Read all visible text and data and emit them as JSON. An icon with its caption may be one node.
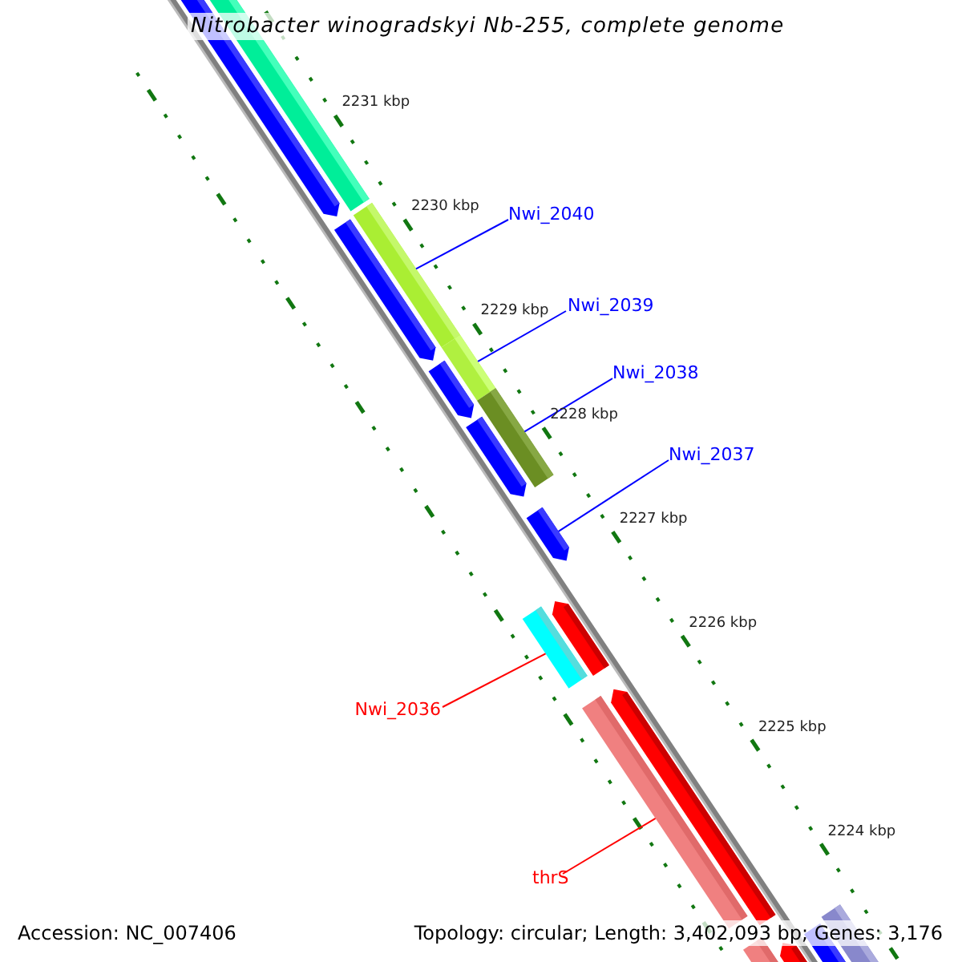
{
  "diagram": {
    "title": "Nitrobacter winogradskyi Nb-255, complete genome",
    "nodes": [
      {
        "text": [
          "Nwi_2040"
        ]
      },
      {
        "text": [],
        "shape": "bar"
      },
      {
        "text": [
          "Nwi_2039"
        ]
      },
      {
        "text": [],
        "shape": "bar"
      },
      {
        "text": [
          "Nwi_2038"
        ]
      },
      {
        "text": [],
        "shape": "bar"
      },
      {
        "text": [
          "Nwi_2037"
        ]
      },
      {
        "text": [],
        "shape": "bar"
      },
      {
        "text": [
          "Nwi_2036"
        ]
      },
      {
        "text": [],
        "shape": "bar"
      },
      {
        "text": [
          "thrS"
        ]
      },
      {
        "text": [],
        "shape": "bar"
      }
    ],
    "edges": [
      {
        "from": 0,
        "to": 1,
        "arrow": "none"
      },
      {
        "from": 2,
        "to": 3,
        "arrow": "none"
      },
      {
        "from": 4,
        "to": 5,
        "arrow": "none"
      },
      {
        "from": 6,
        "to": 7,
        "arrow": "none"
      },
      {
        "from": 8,
        "to": 9,
        "arrow": "none",
        "color": "#ff0000"
      },
      {
        "from": 10,
        "to": 11,
        "arrow": "none",
        "color": "#ff0000"
      }
    ],
    "labels": [
      "2231 kbp",
      "2230 kbp",
      "2229 kbp",
      "2228 kbp",
      "2227 kbp",
      "2226 kbp",
      "2225 kbp",
      "2224 kbp",
      "Accession: NC_007406",
      "Topology: circular; Length: 3,402,093 bp; Genes: 3,176"
    ]
  }
}
